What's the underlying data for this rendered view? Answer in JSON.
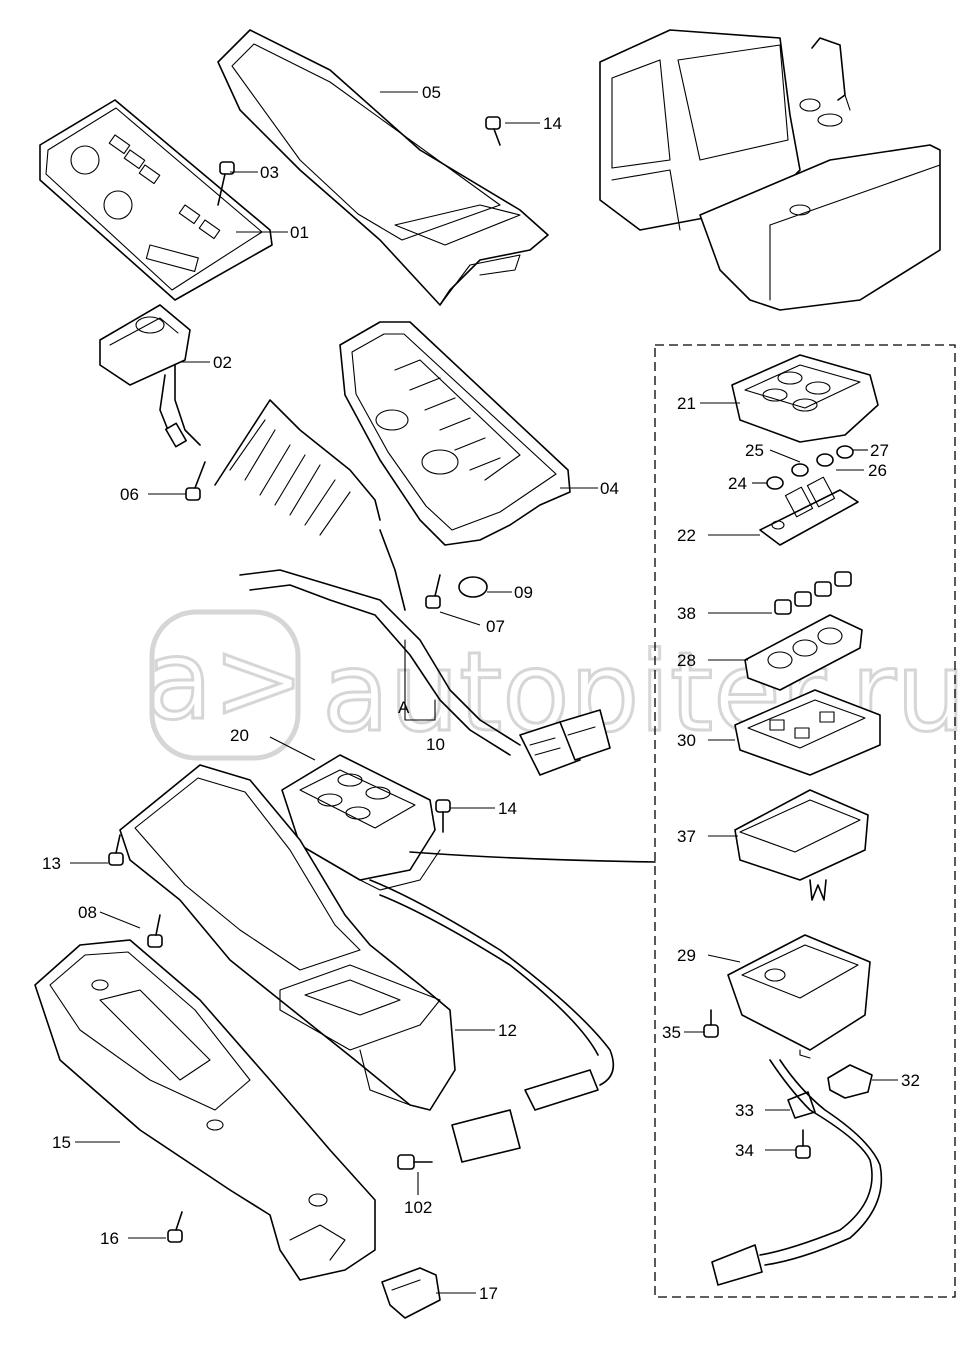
{
  "watermark": {
    "text": "autopiter.ru",
    "logo_glyph": "a>"
  },
  "callouts": {
    "c01": "01",
    "c02": "02",
    "c03": "03",
    "c04": "04",
    "c05": "05",
    "c06": "06",
    "c07": "07",
    "c08": "08",
    "c09": "09",
    "c10": "10",
    "c12": "12",
    "c13": "13",
    "c14a": "14",
    "c14b": "14",
    "c15": "15",
    "c16": "16",
    "c17": "17",
    "c20": "20",
    "c21": "21",
    "c22": "22",
    "c24": "24",
    "c25": "25",
    "c26": "26",
    "c27": "27",
    "c28": "28",
    "c29": "29",
    "c30": "30",
    "c32": "32",
    "c33": "33",
    "c34": "34",
    "c35": "35",
    "c37": "37",
    "c38": "38",
    "c102": "102",
    "cA": "A"
  },
  "colors": {
    "line": "#000000",
    "background": "#ffffff",
    "watermark": "#d6d6d6"
  }
}
